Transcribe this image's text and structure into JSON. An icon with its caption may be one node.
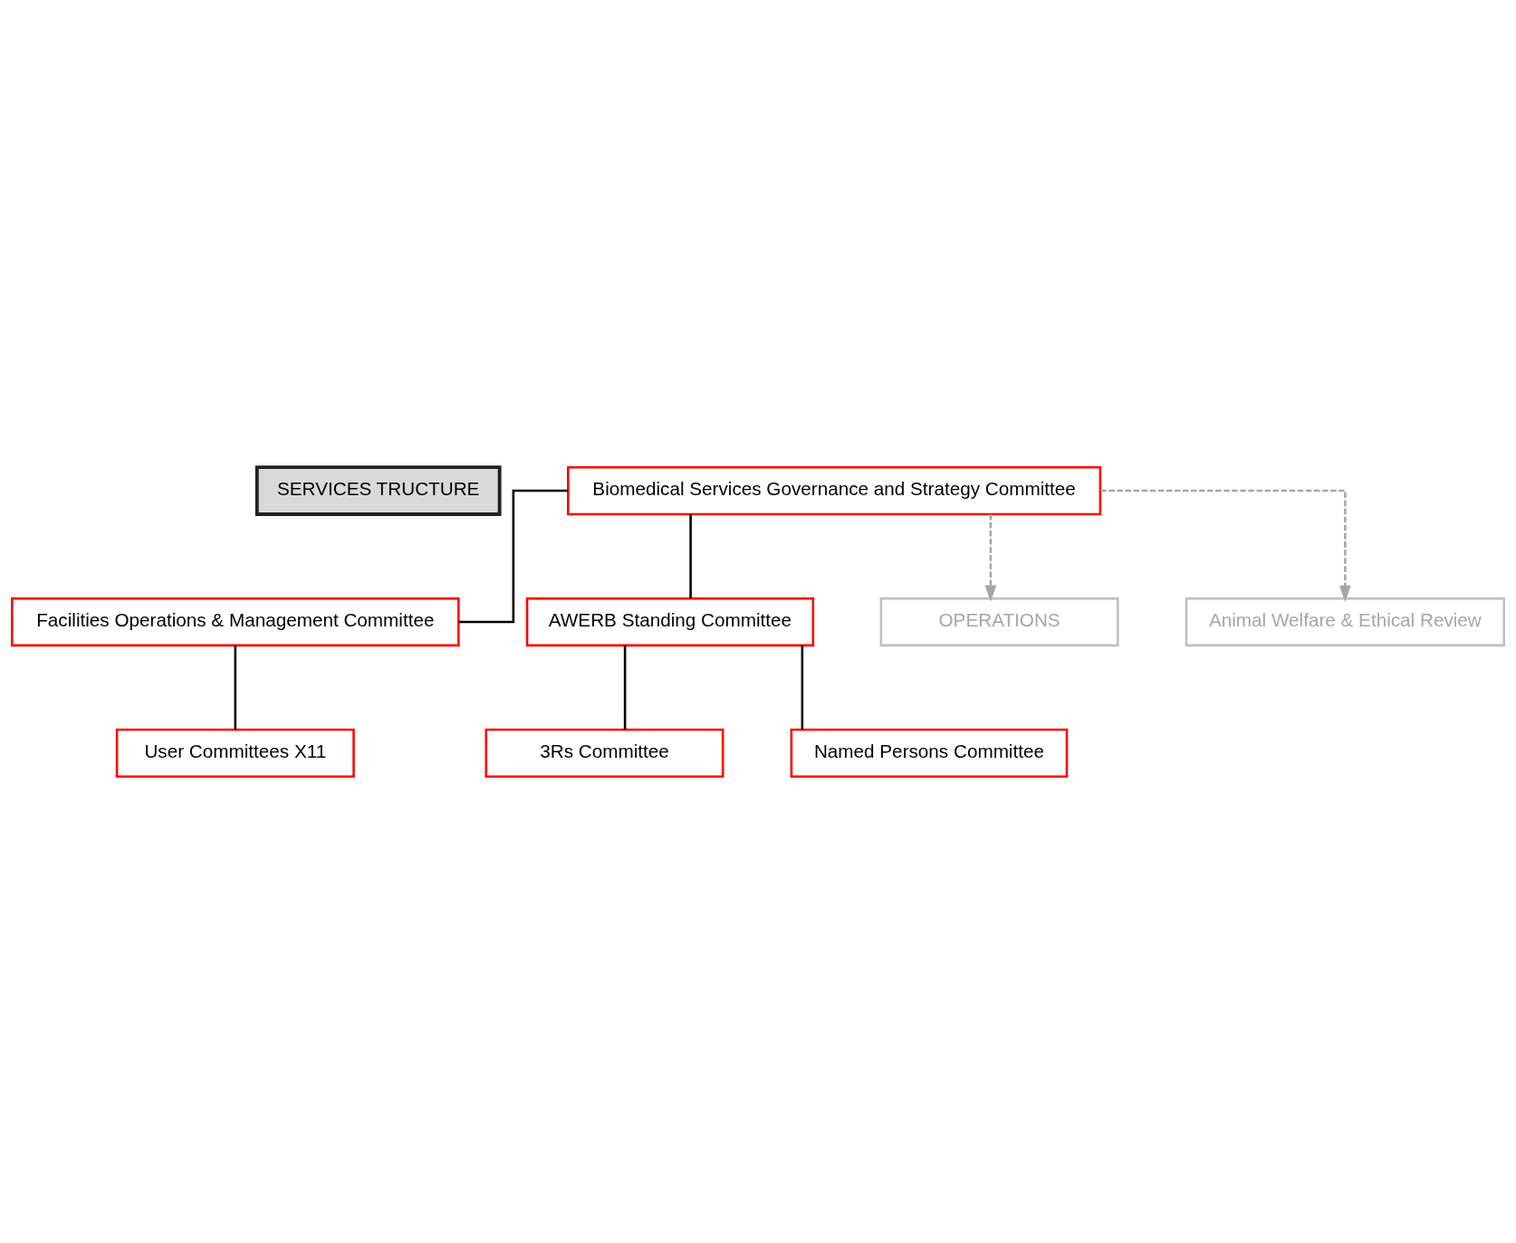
{
  "diagram": {
    "nodes": [
      {
        "text": [
          "SERVICES TRUCTURE"
        ]
      },
      {
        "text": [
          "Biomedical Services Governance and Strategy Committee"
        ]
      },
      {
        "text": [
          "Facilities Operations & Management Committee"
        ]
      },
      {
        "text": [
          "AWERB Standing Committee"
        ]
      },
      {
        "text": [
          "User Committees X11"
        ]
      },
      {
        "text": [
          "3Rs Committee"
        ]
      },
      {
        "text": [
          "Named Persons Committee"
        ]
      },
      {
        "text": [
          "OPERATIONS"
        ]
      },
      {
        "text": [
          "Animal Welfare & Ethical Review"
        ]
      }
    ],
    "edges": [
      {
        "from": 1,
        "to": 2,
        "arrow": "none"
      },
      {
        "from": 1,
        "to": 3,
        "arrow": "none"
      },
      {
        "from": 2,
        "to": 4,
        "arrow": "none"
      },
      {
        "from": 3,
        "to": 5,
        "arrow": "none"
      },
      {
        "from": 3,
        "to": 6,
        "arrow": "none"
      },
      {
        "from": 1,
        "to": 7,
        "arrow": "to",
        "style": "dashed",
        "color": "#a6a6a6"
      },
      {
        "from": 1,
        "to": 8,
        "arrow": "to",
        "style": "dashed",
        "color": "#a6a6a6"
      }
    ]
  }
}
